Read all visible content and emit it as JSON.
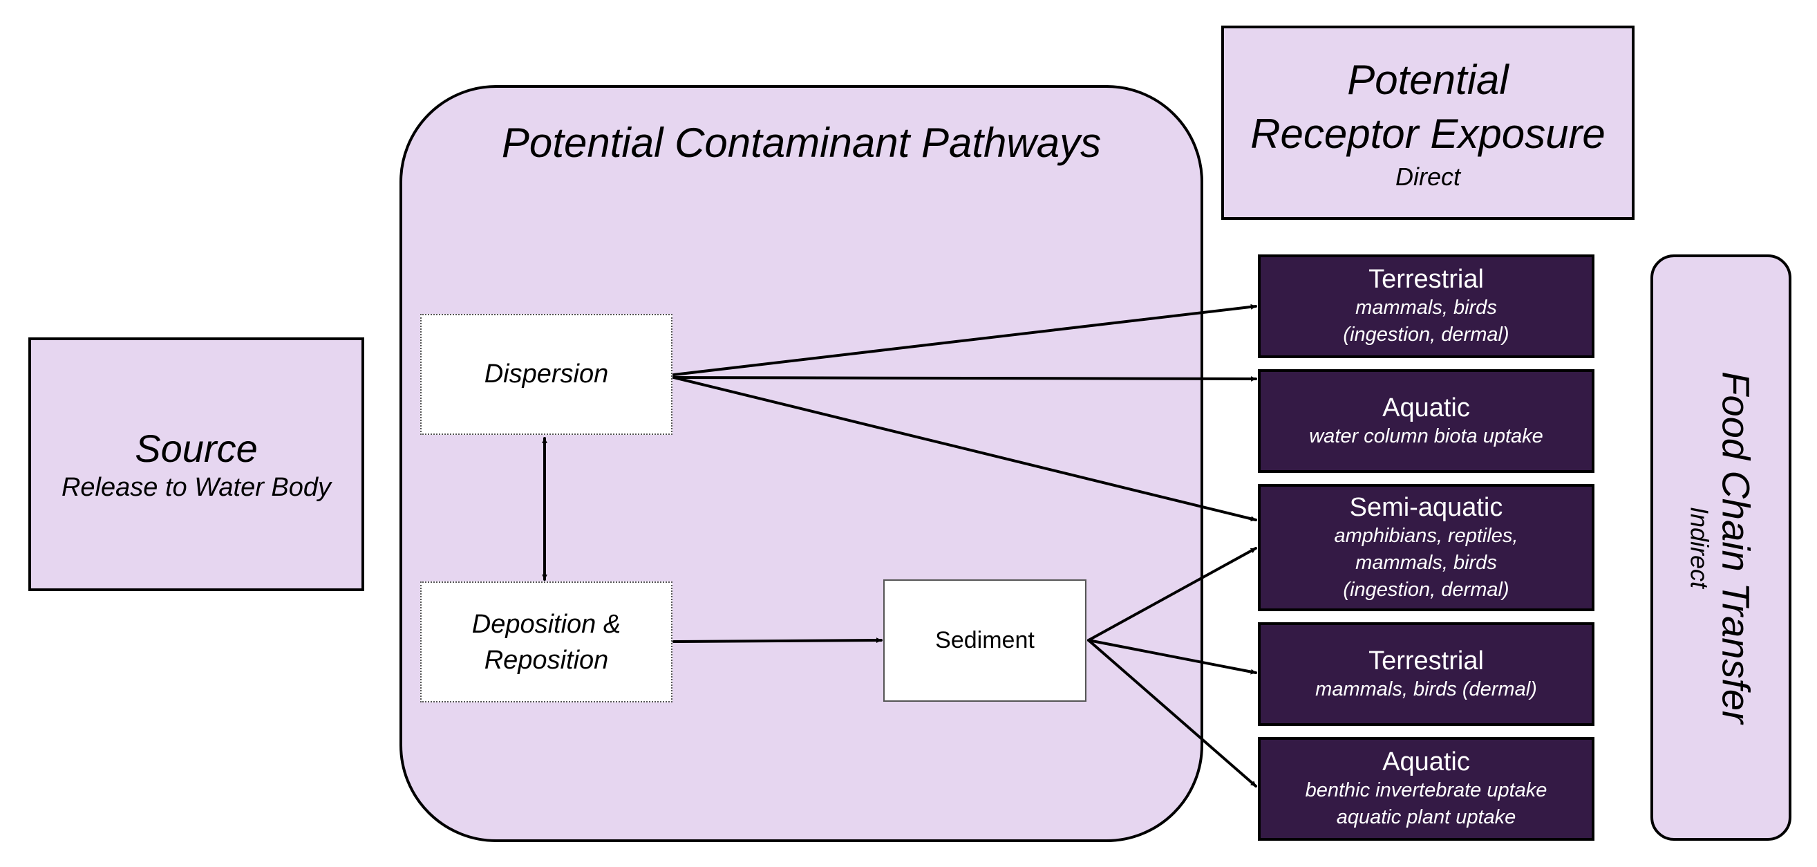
{
  "source": {
    "title": "Source",
    "subtitle": "Release to Water Body"
  },
  "pathways": {
    "title": "Potential Contaminant Pathways",
    "dispersion": "Dispersion",
    "deposition_line1": "Deposition &",
    "deposition_line2": "Reposition",
    "sediment": "Sediment"
  },
  "receptor": {
    "title_line1": "Potential",
    "title_line2": "Receptor Exposure",
    "subtitle": "Direct"
  },
  "receptors": [
    {
      "title": "Terrestrial",
      "details": [
        "mammals, birds",
        "(ingestion, dermal)"
      ]
    },
    {
      "title": "Aquatic",
      "details": [
        "water column biota uptake"
      ]
    },
    {
      "title": "Semi-aquatic",
      "details": [
        "amphibians, reptiles,",
        "mammals, birds",
        "(ingestion, dermal)"
      ]
    },
    {
      "title": "Terrestrial",
      "details": [
        "mammals, birds (dermal)"
      ]
    },
    {
      "title": "Aquatic",
      "details": [
        "benthic invertebrate uptake",
        "aquatic plant uptake"
      ]
    }
  ],
  "food_chain": {
    "title": "Food Chain Transfer",
    "subtitle": "Indirect"
  },
  "colors": {
    "panel_fill": "#e6d6f0",
    "receptor_fill": "#341a45",
    "receptor_text": "#ffffff",
    "outline": "#000000"
  }
}
